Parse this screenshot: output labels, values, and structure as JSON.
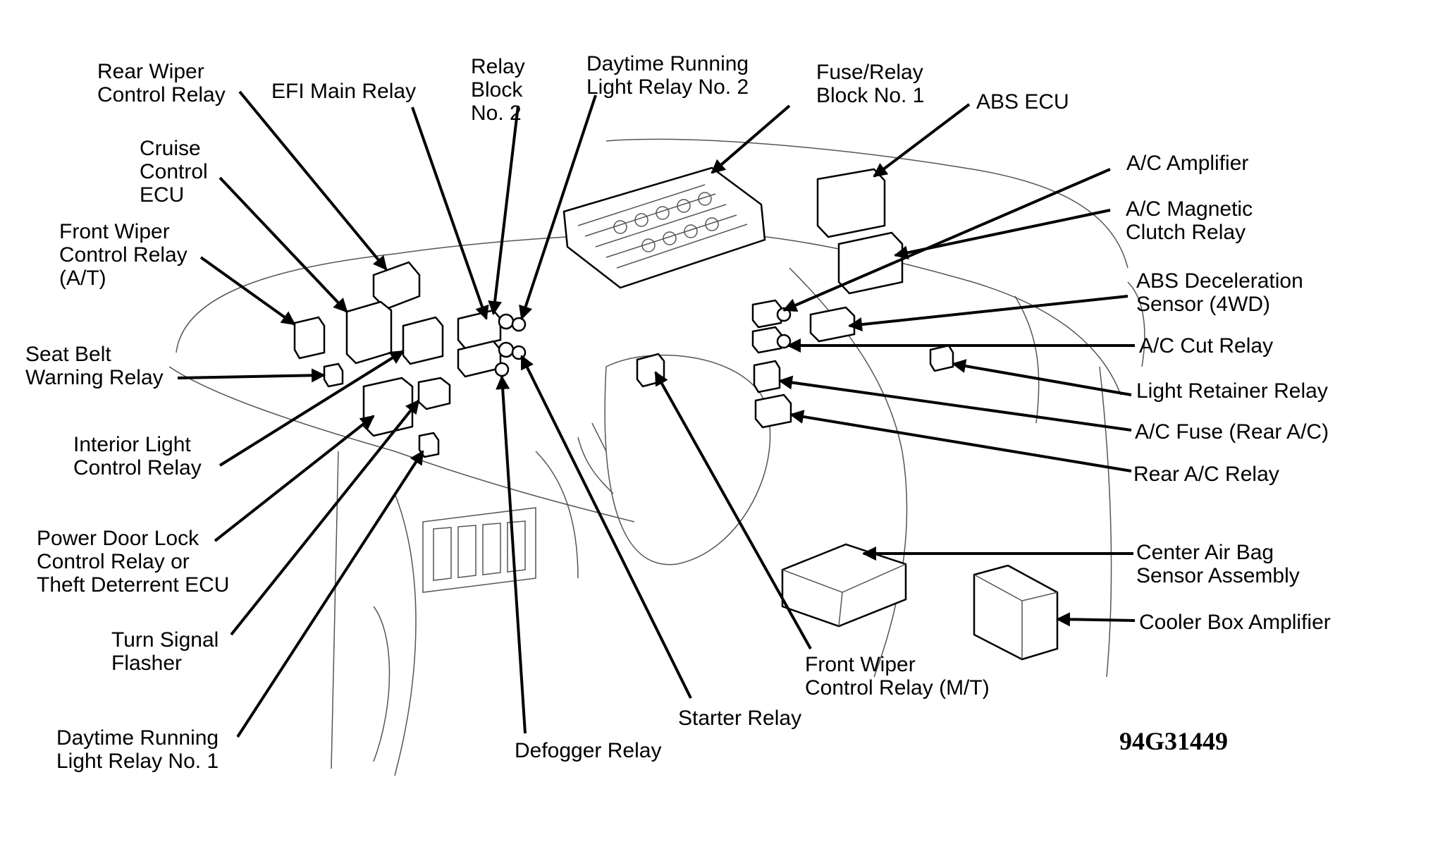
{
  "diagram_code": "94G31449",
  "labels": {
    "rear_wiper_control_relay": "Rear Wiper\nControl Relay",
    "efi_main_relay": "EFI Main Relay",
    "relay_block_no2": "Relay\nBlock\nNo. 2",
    "daytime_running_light_relay_no2": "Daytime Running\nLight Relay No. 2",
    "fuse_relay_block_no1": "Fuse/Relay\nBlock No. 1",
    "abs_ecu": "ABS ECU",
    "cruise_control_ecu": "Cruise\nControl\nECU",
    "front_wiper_control_relay_at": "Front Wiper\nControl Relay\n(A/T)",
    "seat_belt_warning_relay": "Seat Belt\nWarning Relay",
    "interior_light_control_relay": "Interior Light\nControl Relay",
    "power_door_lock_control_relay": "Power Door Lock\nControl Relay or\nTheft Deterrent ECU",
    "turn_signal_flasher": "Turn Signal\nFlasher",
    "daytime_running_light_relay_no1": "Daytime Running\nLight Relay No. 1",
    "defogger_relay": "Defogger Relay",
    "starter_relay": "Starter Relay",
    "front_wiper_control_relay_mt": "Front Wiper\nControl Relay (M/T)",
    "ac_amplifier": "A/C Amplifier",
    "ac_magnetic_clutch_relay": "A/C Magnetic\nClutch Relay",
    "abs_deceleration_sensor": "ABS Deceleration\nSensor (4WD)",
    "ac_cut_relay": "A/C Cut Relay",
    "light_retainer_relay": "Light Retainer Relay",
    "ac_fuse_rear": "A/C Fuse (Rear A/C)",
    "rear_ac_relay": "Rear A/C Relay",
    "center_air_bag_sensor": "Center Air Bag\nSensor Assembly",
    "cooler_box_amplifier": "Cooler Box Amplifier"
  }
}
